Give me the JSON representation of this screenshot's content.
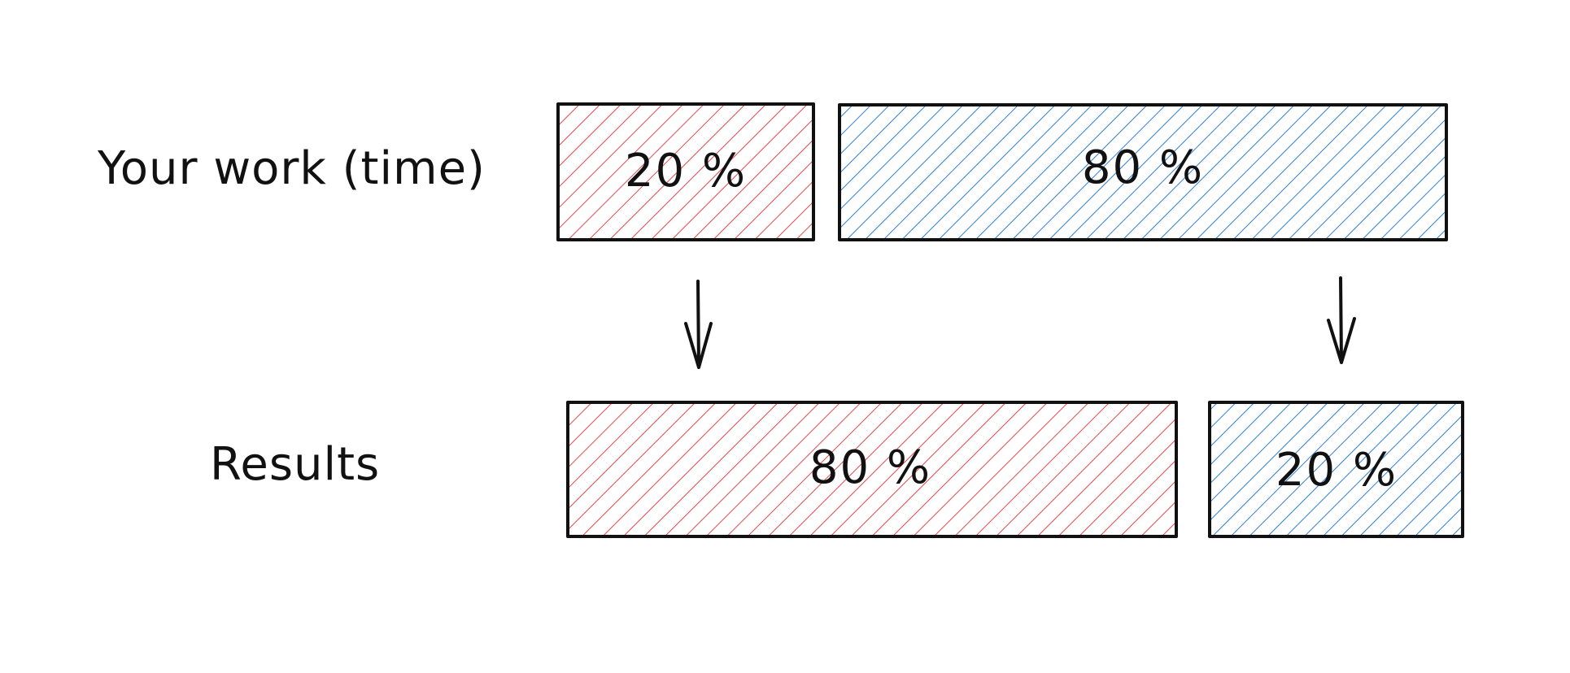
{
  "rows": [
    {
      "label": "Your work (time)",
      "segments": [
        {
          "value_label": "20 %",
          "percent": 20,
          "color": "#e8464a"
        },
        {
          "value_label": "80 %",
          "percent": 80,
          "color": "#2f7fd6"
        }
      ]
    },
    {
      "label": "Results",
      "segments": [
        {
          "value_label": "80 %",
          "percent": 80,
          "color": "#e8464a"
        },
        {
          "value_label": "20 %",
          "percent": 20,
          "color": "#2f7fd6"
        }
      ]
    }
  ],
  "arrows": [
    {
      "icon": "arrow-down-icon",
      "from": "Your work (time) 20 %",
      "to": "Results 80 %"
    },
    {
      "icon": "arrow-down-icon",
      "from": "Your work (time) 80 %",
      "to": "Results 20 %"
    }
  ]
}
